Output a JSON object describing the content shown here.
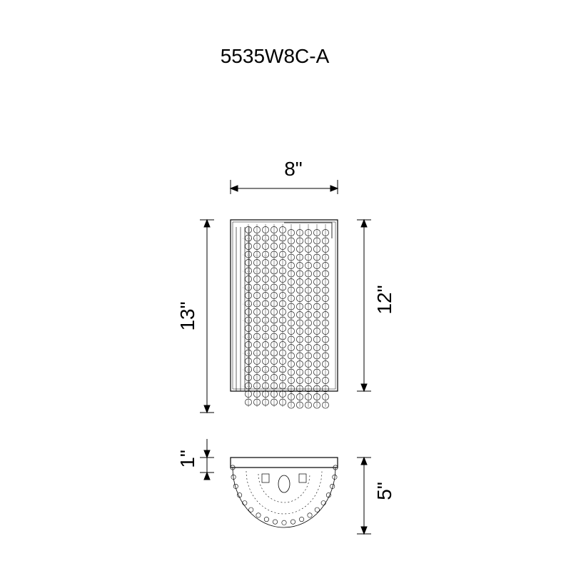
{
  "model_number": "5535W8C-A",
  "dimensions": {
    "width": "8\"",
    "overall_height": "13\"",
    "body_height": "12\"",
    "backplate_depth": "1\"",
    "projection": "5\""
  },
  "colors": {
    "line": "#000000",
    "background": "#ffffff"
  }
}
